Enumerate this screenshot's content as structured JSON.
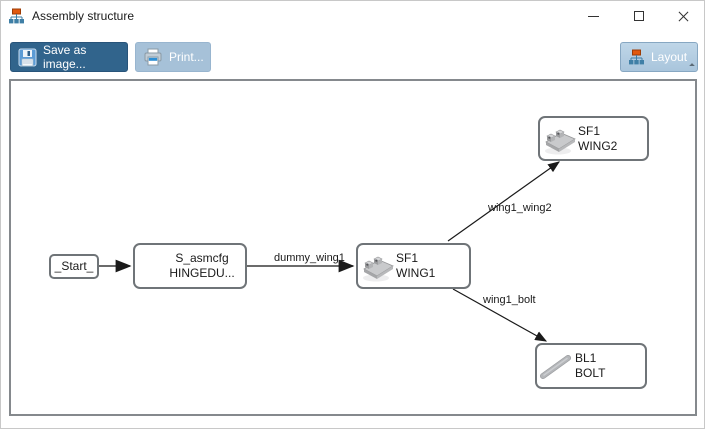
{
  "window": {
    "title": "Assembly structure",
    "icon": "hierarchy-icon"
  },
  "toolbar": {
    "save_label": "Save as image...",
    "print_label": "Print...",
    "layout_label": "Layout"
  },
  "diagram": {
    "nodes": [
      {
        "id": "start",
        "label": "_Start_",
        "icon": null
      },
      {
        "id": "asmcfg",
        "line1": "S_asmcfg",
        "line2": "HINGEDU...",
        "icon": null
      },
      {
        "id": "wing1",
        "line1": "SF1",
        "line2": "WING1",
        "icon": "wing-part-icon"
      },
      {
        "id": "wing2",
        "line1": "SF1",
        "line2": "WING2",
        "icon": "wing-part-icon"
      },
      {
        "id": "bolt",
        "line1": "BL1",
        "line2": "BOLT",
        "icon": "bolt-part-icon"
      }
    ],
    "edges": [
      {
        "from": "start",
        "to": "asmcfg",
        "label": ""
      },
      {
        "from": "asmcfg",
        "to": "wing1",
        "label": "dummy_wing1"
      },
      {
        "from": "wing1",
        "to": "wing2",
        "label": "wing1_wing2"
      },
      {
        "from": "wing1",
        "to": "bolt",
        "label": "wing1_bolt"
      }
    ]
  },
  "colors": {
    "save_button_bg": "#31648C",
    "print_button_bg": "#A6C1D8",
    "layout_button_bg": "#B4CDE1",
    "button_text": "#FFFFFF",
    "node_border": "#6F7478",
    "canvas_border": "#85898D",
    "edge_color": "#1A1A1A",
    "hierarchy_icon_orange": "#E2590E",
    "hierarchy_icon_blue": "#3F7FA6"
  }
}
